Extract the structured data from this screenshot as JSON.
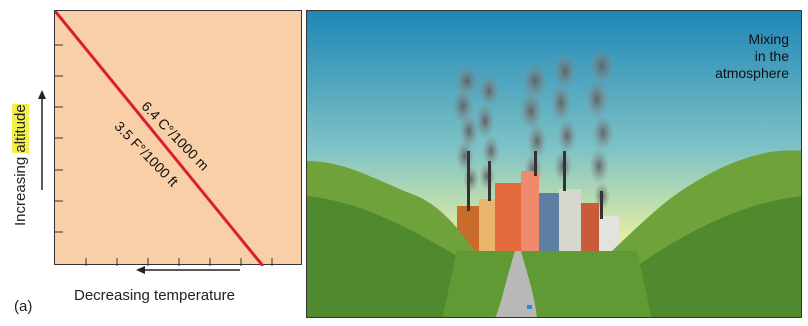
{
  "panel_label": "(a)",
  "graph": {
    "y_axis": {
      "prefix": "Increasing ",
      "highlight": "altitude"
    },
    "x_axis_label": "Decreasing temperature",
    "line_label_metric": "6.4 C°/1000 m",
    "line_label_imperial": "3.5 F°/1000 ft",
    "background_color": "#f9cfa7",
    "line_color": "#d81e34"
  },
  "illustration": {
    "caption_line1": "Mixing",
    "caption_line2": "in the",
    "caption_line3": "atmosphere"
  }
}
